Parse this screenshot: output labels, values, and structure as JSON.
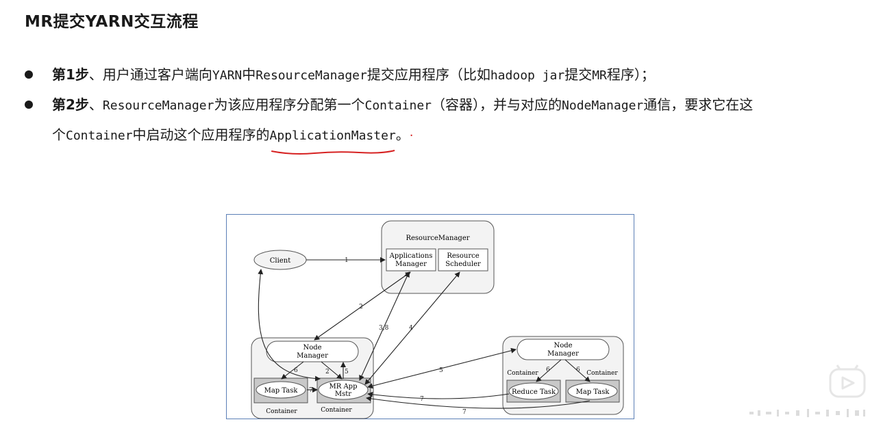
{
  "title": "MR提交YARN交互流程",
  "steps": [
    {
      "label": "第1步",
      "sep": "、",
      "parts": [
        "用户通过客户端向",
        "YARN",
        "中",
        "ResourceManager",
        "提交应用程序（比如",
        "hadoop jar",
        "提交",
        "MR",
        "程序）；"
      ]
    },
    {
      "label": "第2步",
      "sep": "、",
      "line1": [
        "ResourceManager",
        "为该应用程序分配第一个",
        "Container",
        "（容器），并与对应的",
        "NodeManager",
        "通信，要求它在这"
      ],
      "line2_pre": "个",
      "line2": [
        "Container",
        "中启动这个应用程序的"
      ],
      "highlight": "ApplicationMaster",
      "end": "。"
    }
  ],
  "diagram": {
    "resource_manager": "ResourceManager",
    "applications_manager": [
      "Applications",
      "Manager"
    ],
    "resource_scheduler": [
      "Resource",
      "Scheduler"
    ],
    "client": "Client",
    "node_manager": [
      "Node",
      "Manager"
    ],
    "map_task": "Map Task",
    "mr_app_mstr": [
      "MR App",
      "Mstr"
    ],
    "reduce_task": "Reduce Task",
    "container": "Container",
    "arrow_labels": {
      "a1": "1",
      "a2": "2",
      "a38": "3,8",
      "a4": "4",
      "a5": "5",
      "a6": "6",
      "a7": "7"
    }
  },
  "colors": {
    "annotation": "#d62020",
    "frame": "#5b7fb6"
  }
}
